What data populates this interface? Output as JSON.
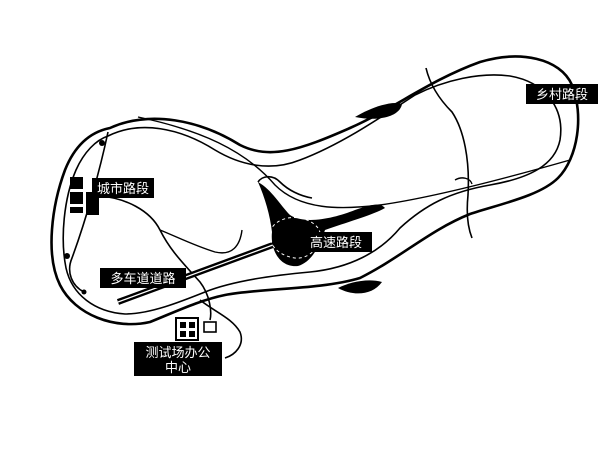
{
  "map": {
    "labels": {
      "rural_road": "乡村路段",
      "city_road": "城市路段",
      "highway": "高速路段",
      "multilane": "多车道道路",
      "office_line1": "测试场办公",
      "office_line2": "中心"
    },
    "colors": {
      "road": "#000000",
      "background": "#ffffff",
      "label_bg": "#000000",
      "label_text": "#ffffff"
    }
  }
}
